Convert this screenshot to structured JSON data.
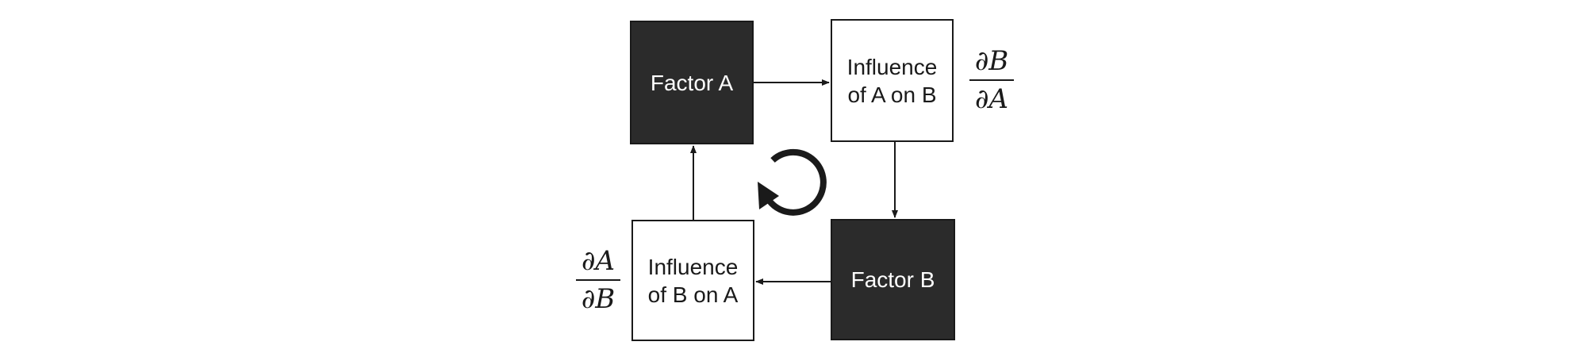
{
  "nodes": {
    "factor_a": {
      "label": "Factor A"
    },
    "influence_a_on_b": {
      "line1": "Influence",
      "line2": "of A on B"
    },
    "factor_b": {
      "label": "Factor B"
    },
    "influence_b_on_a": {
      "line1": "Influence",
      "line2": "of B on A"
    }
  },
  "equations": {
    "db_da": {
      "numerator": "∂B",
      "denominator": "∂A"
    },
    "da_db": {
      "numerator": "∂A",
      "denominator": "∂B"
    }
  },
  "colors": {
    "dark_box": "#2b2b2b",
    "light_box": "#ffffff",
    "line": "#1a1a1a"
  },
  "icons": {
    "cycle": "clockwise-loop-arrow-icon"
  }
}
